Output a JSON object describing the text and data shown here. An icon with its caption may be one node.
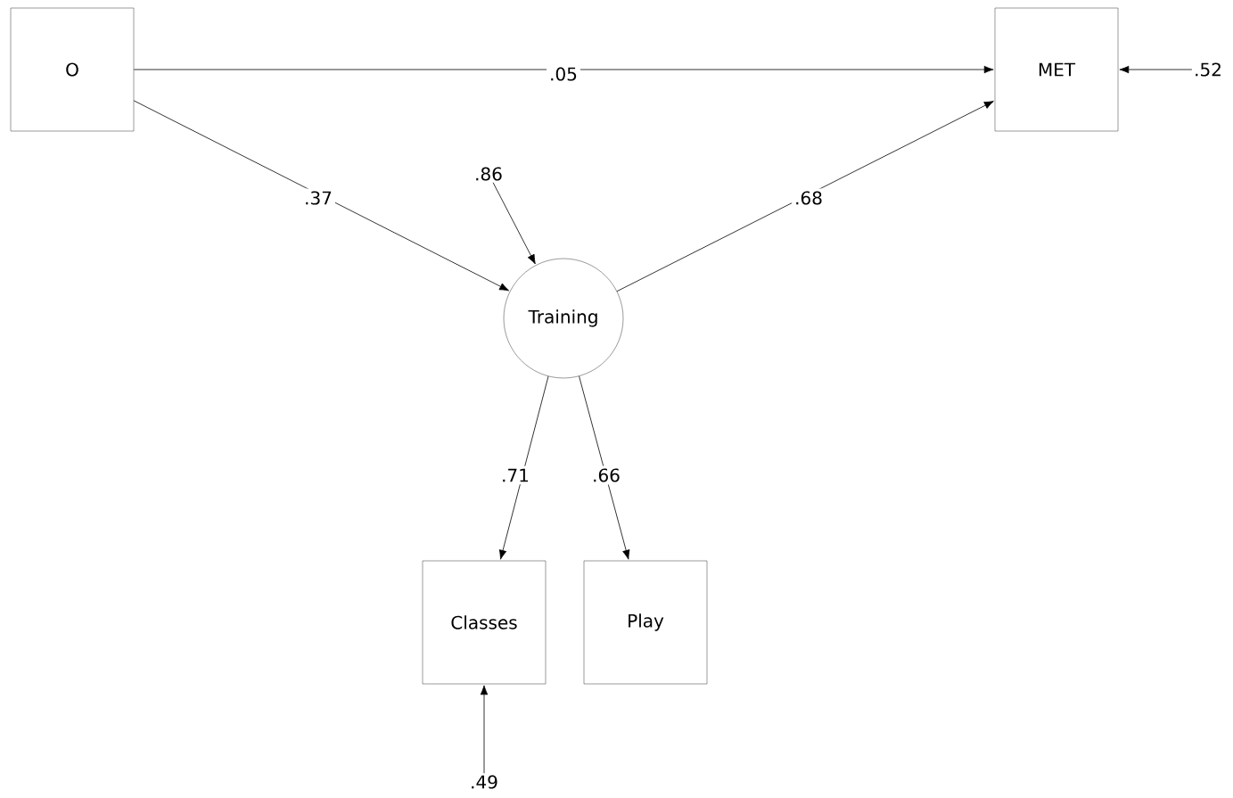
{
  "diagram": {
    "nodes": [
      {
        "text": [
          "O"
        ]
      },
      {
        "text": [
          "MET"
        ]
      },
      {
        "text": [
          "Training"
        ]
      },
      {
        "text": [
          "Classes"
        ]
      },
      {
        "text": [
          "Play"
        ]
      },
      {
        "text": [
          ".52"
        ]
      },
      {
        "text": [
          ".86"
        ]
      },
      {
        "text": [
          ".49"
        ]
      }
    ],
    "edges": [
      {
        "from": 0,
        "to": 1,
        "arrow": "to",
        "label": ".05"
      },
      {
        "from": 0,
        "to": 2,
        "arrow": "to",
        "label": ".37"
      },
      {
        "from": 2,
        "to": 1,
        "arrow": "to",
        "label": ".68"
      },
      {
        "from": 2,
        "to": 3,
        "arrow": "to",
        "label": ".71"
      },
      {
        "from": 2,
        "to": 4,
        "arrow": "to",
        "label": ".66"
      },
      {
        "from": 5,
        "to": 1,
        "arrow": "to"
      },
      {
        "from": 6,
        "to": 2,
        "arrow": "to"
      },
      {
        "from": 7,
        "to": 3,
        "arrow": "to"
      }
    ]
  }
}
